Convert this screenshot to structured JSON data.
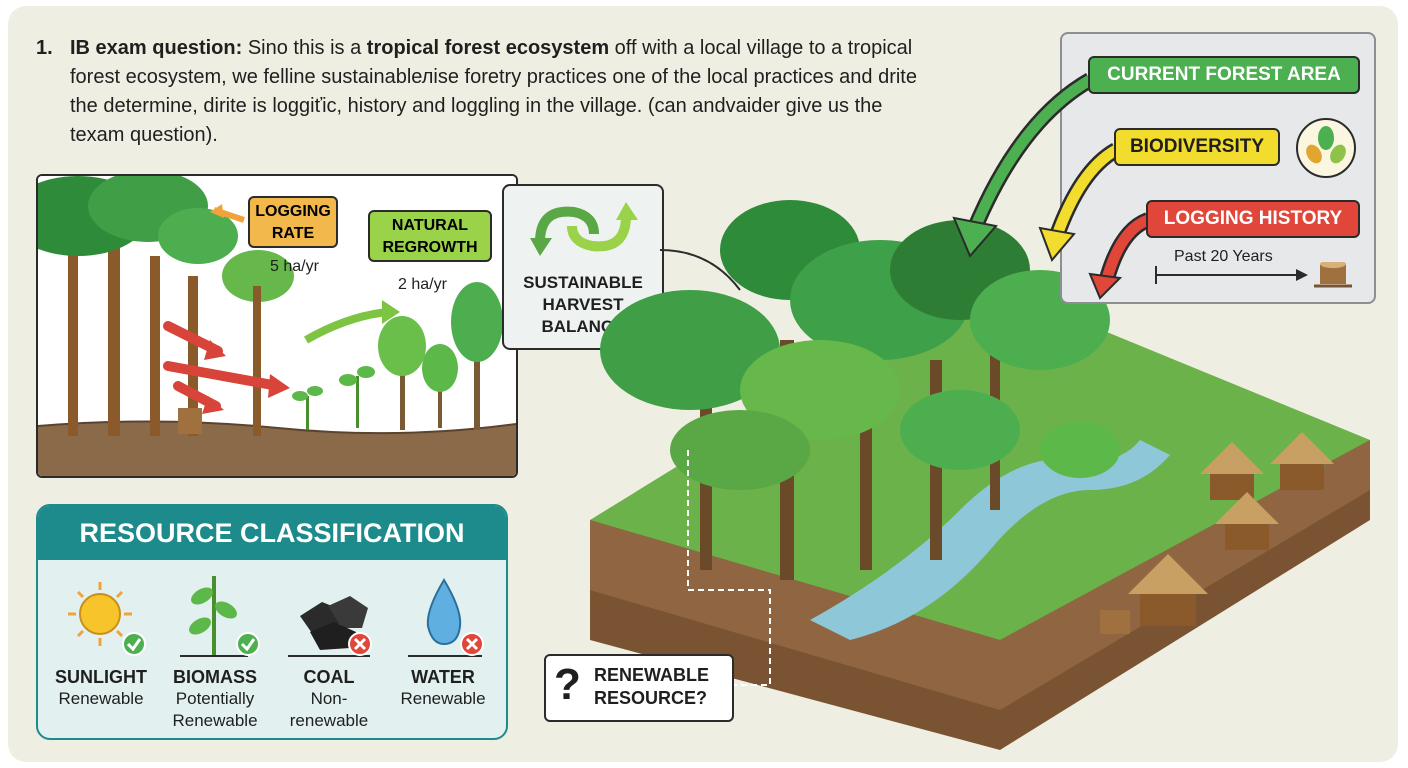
{
  "question": {
    "number": "1.",
    "intro_bold": "IB exam question:",
    "part1": " Sino this is a ",
    "highlight_bold": "tropical forest ecosystem",
    "part2": " off with a local village to a tropical forest ecosystem, we felline sustainablелise foretry practices one of the local practices and drite the determine, dirite is loggiťic, history and loggling in the village. (can andvaider give us the texam question)."
  },
  "logging_panel": {
    "rate_label": "LOGGING RATE",
    "rate_value": "5 ha/yr",
    "regrowth_label": "NATURAL REGROWTH",
    "regrowth_value": "2 ha/yr"
  },
  "balance": {
    "label": "SUSTAINABLE HARVEST BALANCE"
  },
  "indicators": {
    "forest_area": "CURRENT FOREST AREA",
    "biodiversity": "BIODIVERSITY",
    "logging_history": "LOGGING HISTORY",
    "time_span": "Past 20 Years"
  },
  "resources": {
    "title": "RESOURCE CLASSIFICATION",
    "items": [
      {
        "name": "SUNLIGHT",
        "status": "Renewable",
        "icon": "sun-icon",
        "mark": "check"
      },
      {
        "name": "BIOMASS",
        "status": "Potentially Renewable",
        "icon": "plant-icon",
        "mark": "check"
      },
      {
        "name": "COAL",
        "status": "Non-renewable",
        "icon": "coal-icon",
        "mark": "cross"
      },
      {
        "name": "WATER",
        "status": "Renewable",
        "icon": "water-drop-icon",
        "mark": "cross"
      }
    ]
  },
  "renewable_question": {
    "symbol": "?",
    "text": "RENEWABLE RESOURCE?"
  },
  "colors": {
    "forest_green": "#4caf50",
    "biodiversity_yellow": "#f2dc2d",
    "logging_red": "#e0463a",
    "teal": "#1d8a8c",
    "rate_orange": "#f2b84b",
    "regrowth_green": "#9ad24a"
  }
}
